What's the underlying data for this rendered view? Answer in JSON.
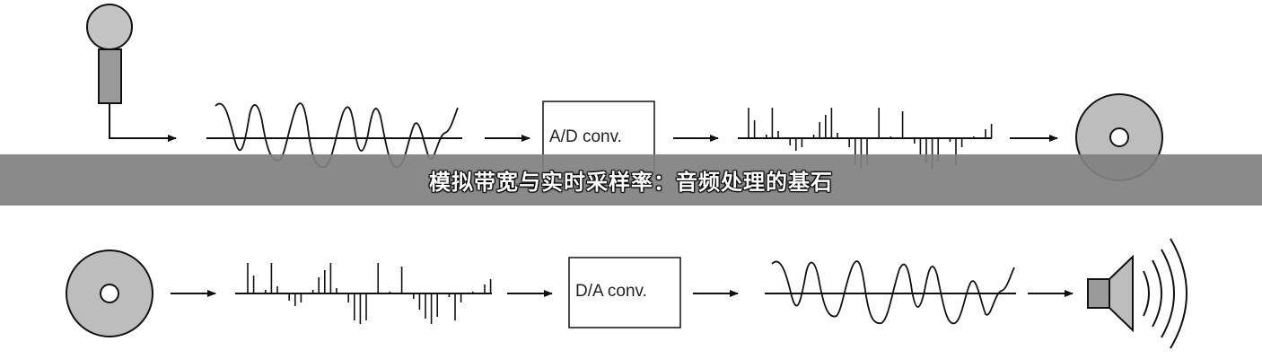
{
  "banner": {
    "title": "模拟带宽与实时采样率：音频处理的基石"
  },
  "boxes": {
    "adc_label": "A/D conv.",
    "dac_label": "D/A conv."
  },
  "icons": {
    "microphone": "microphone-icon",
    "disc": "disc-icon",
    "speaker": "speaker-icon",
    "arrow": "arrow-right-icon"
  },
  "colors": {
    "stroke": "#111111",
    "icon_fill": "#bdbdbd",
    "banner_bg": "#808080",
    "banner_text": "#ffffff"
  }
}
